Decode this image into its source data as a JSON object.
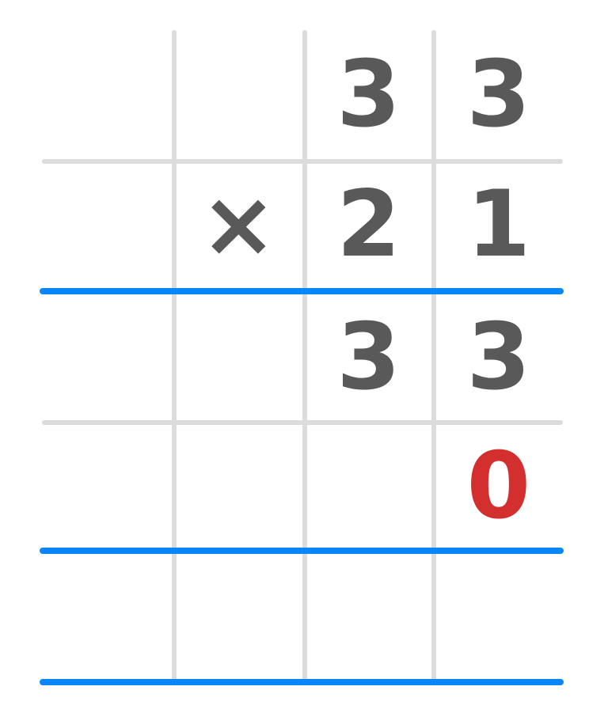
{
  "worksheet": {
    "kind": "long-multiplication-grid",
    "problem": {
      "multiplicand": "33",
      "operator": "×",
      "multiplier": "21"
    },
    "colors": {
      "background": "#ffffff",
      "grid_line": "#dcdcdc",
      "answer_line": "#0b86f8",
      "given_digit": "#595959",
      "entered_digit": "#d32f2f"
    },
    "grid": {
      "rows": [
        {
          "name": "multiplicand-row",
          "cells": [
            {
              "text": "",
              "color": "#595959"
            },
            {
              "text": "",
              "color": "#595959"
            },
            {
              "text": "3",
              "color": "#595959"
            },
            {
              "text": "3",
              "color": "#595959"
            }
          ]
        },
        {
          "name": "multiplier-row",
          "cells": [
            {
              "text": "",
              "color": "#595959"
            },
            {
              "text": "×",
              "color": "#595959"
            },
            {
              "text": "2",
              "color": "#595959"
            },
            {
              "text": "1",
              "color": "#595959"
            }
          ]
        },
        {
          "name": "partial-product-1-row",
          "cells": [
            {
              "text": "",
              "color": "#595959"
            },
            {
              "text": "",
              "color": "#595959"
            },
            {
              "text": "3",
              "color": "#595959"
            },
            {
              "text": "3",
              "color": "#595959"
            }
          ]
        },
        {
          "name": "partial-product-2-row",
          "cells": [
            {
              "text": "",
              "color": "#595959"
            },
            {
              "text": "",
              "color": "#595959"
            },
            {
              "text": "",
              "color": "#595959"
            },
            {
              "text": "0",
              "color": "#d32f2f"
            }
          ]
        },
        {
          "name": "final-product-row",
          "cells": [
            {
              "text": "",
              "color": "#595959"
            },
            {
              "text": "",
              "color": "#595959"
            },
            {
              "text": "",
              "color": "#595959"
            },
            {
              "text": "",
              "color": "#595959"
            }
          ]
        }
      ]
    }
  }
}
